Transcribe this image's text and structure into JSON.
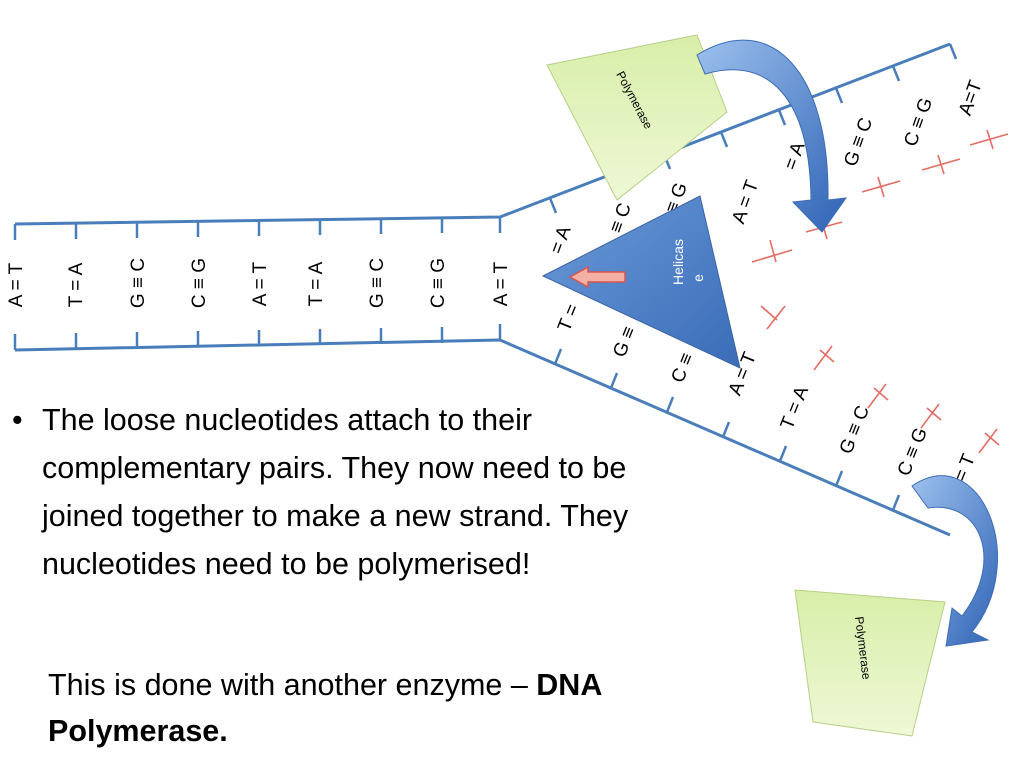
{
  "enzymes": {
    "polymerase_top": "Polymerase",
    "polymerase_bottom": "Polymerase",
    "helicase": [
      "Helicas",
      "e"
    ]
  },
  "left_pairs": [
    "A = T",
    "T = A",
    "G ≡ C",
    "C ≡ G",
    "A = T",
    "T = A",
    "G ≡ C",
    "C ≡ G",
    "A = T"
  ],
  "upper_pairs": [
    "= A",
    "≡ C",
    "≡ G",
    "A = T",
    "= A",
    "G ≡ C",
    "C ≡ G",
    "A=T"
  ],
  "lower_pairs": [
    "T =",
    "G ≡",
    "C ≡",
    "A = T",
    "T = A",
    "G ≡ C",
    "C ≡ G",
    "= T"
  ],
  "text": {
    "bullet_symbol": "•",
    "bullet": "The loose nucleotides attach to their complementary pairs. They now need to be joined together to make a new strand. They nucleotides need to be polymerised!",
    "footer_intro": "This is done with another enzyme – ",
    "footer_bold": "DNA Polymerase."
  },
  "colors": {
    "strand": "#4a7ebb",
    "new_bond": "#e46c63",
    "polymerase_fill": "#dff0b8",
    "helicase_fill": "#4a7ebb"
  }
}
